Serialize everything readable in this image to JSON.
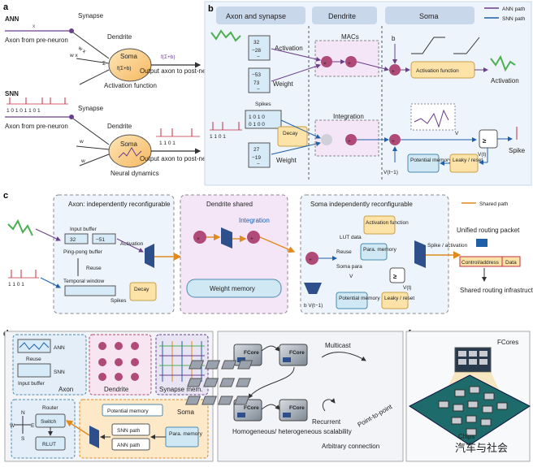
{
  "panels": {
    "a": {
      "letter": "a",
      "ann_title": "ANN",
      "snn_title": "SNN",
      "ann_synapse": "Synapse",
      "ann_axon_from": "Axon from pre-neuron",
      "ann_dendrite": "Dendrite",
      "ann_soma": "Soma",
      "ann_func": "f(Σ+b)",
      "ann_func_inner": "f(Σ+b)",
      "ann_output": "Output axon to post-neuron",
      "ann_activation": "Activation function",
      "x1": "x",
      "w1x1": "w x",
      "snn_spikes_bits": "1 0 1 0 1 1 0 1",
      "snn_synapse": "Synapse",
      "snn_axon_from": "Axon from pre-neuron",
      "snn_dendrite": "Dendrite",
      "snn_soma": "Soma",
      "snn_output_bits": "1 1 0 1",
      "snn_output": "Output axon to post-neuron",
      "snn_dynamics": "Neural dynamics",
      "w1": "w",
      "w2": "w"
    },
    "b": {
      "letter": "b",
      "col_axon": "Axon and synapse",
      "col_dendrite": "Dendrite",
      "col_soma": "Soma",
      "legend_ann": "ANN path",
      "legend_snn": "SNN path",
      "activation_vals": [
        "32",
        "−28",
        "−"
      ],
      "activation_label": "Activation",
      "weight_vals": [
        "−53",
        "73",
        "−"
      ],
      "weight_label": "Weight",
      "macs_label": "MACs",
      "b_label": "b",
      "activation_function": "Activation function",
      "activation_out": "Activation",
      "spikes_label": "Spikes",
      "spike_bits": "1 1 0 1",
      "spike_grid_row1": "1 0 1 0",
      "spike_grid_row2": "0 1 0 0",
      "decay_label": "Decay",
      "integration_label": "Integration",
      "snn_weight_vals": [
        "27",
        "−19",
        "−"
      ],
      "snn_weight_label": "Weight",
      "vth": "V",
      "vt": "V(t)",
      "vt1": "V(t−1)",
      "potential_memory": "Potential memory",
      "leaky_reset": "Leaky / reset",
      "spike_out": "Spike"
    },
    "c": {
      "letter": "c",
      "axon_title": "Axon: independently reconfigurable",
      "input_buffer": "Input buffer",
      "buf_vals": [
        "32",
        "−51"
      ],
      "pingpong": "Ping-pong buffer",
      "reuse": "Reuse",
      "temporal_window": "Temporal window",
      "activation_label": "Activation",
      "spikes_label": "Spikes",
      "spike_bits": "1 1 0 1",
      "decay_label": "Decay",
      "dendrite_title": "Dendrite shared",
      "integration_label": "Integration",
      "weight_memory": "Weight memory",
      "soma_title": "Soma independently reconfigurable",
      "activation_function": "Activation function",
      "lut_data": "LUT data",
      "reuse2": "Reuse",
      "para_memory": "Para. memory",
      "soma_para": "Soma para",
      "vth": "V",
      "vt": "V(t)",
      "potential_memory": "Potential memory",
      "leaky_reset": "Leaky / reset",
      "b_vt1": "b  V(t−1)",
      "spike_activation": "Spike / activation",
      "shared_path": "Shared path",
      "unified_packet": "Unified routing packet",
      "control_address": "Control/address",
      "data": "Data",
      "shared_routing": "Shared routing infrastructure"
    },
    "d": {
      "letter": "d",
      "reuse": "Reuse",
      "ann": "ANN",
      "snn": "SNN",
      "input_buffer": "Input buffer",
      "axon": "Axon",
      "dendrite": "Dendrite",
      "synapse_mem": "Synapse mem.",
      "router": "Router",
      "switch": "Switch",
      "rlut": "RLUT",
      "compass": [
        "N",
        "W",
        "E",
        "S"
      ],
      "potential_memory": "Potential memory",
      "soma": "Soma",
      "snn_path": "SNN path",
      "ann_path": "ANN path",
      "para_memory": "Para. memory"
    },
    "e": {
      "letter": "e",
      "fcore": "FCore",
      "multicast": "Multicast",
      "recurrent": "Recurrent",
      "p2p": "Point-to-point",
      "homog": "Homogeneous/ heterogeneous scalability",
      "arbitrary": "Arbitrary connection"
    },
    "f": {
      "letter": "f",
      "fcores": "FCores",
      "chips": "Chips"
    }
  },
  "watermark": "汽车与社会",
  "colors": {
    "ann_purple": "#6a3f8c",
    "snn_blue": "#1f5fa8",
    "orange_path": "#e08a1e",
    "panel_b_bg": "#eef4fb",
    "panel_c_bg": "#ffffff"
  }
}
